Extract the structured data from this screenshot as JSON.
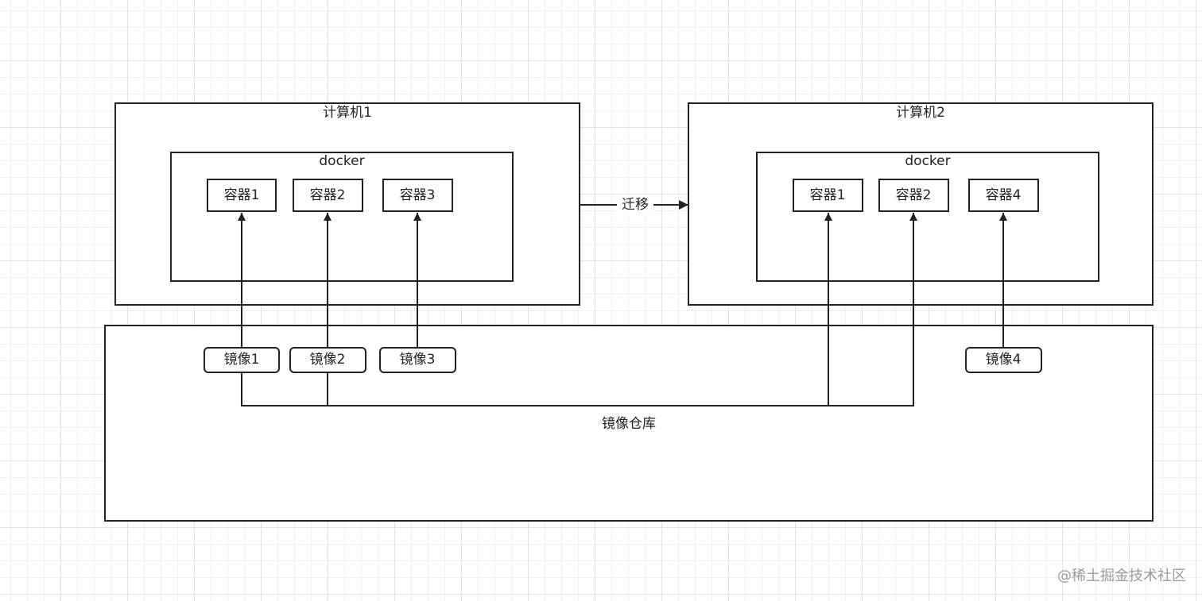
{
  "computer1": {
    "title": "计算机1",
    "engine": "docker",
    "containers": [
      "容器1",
      "容器2",
      "容器3"
    ]
  },
  "computer2": {
    "title": "计算机2",
    "engine": "docker",
    "containers": [
      "容器1",
      "容器2",
      "容器4"
    ]
  },
  "migration_label": "迁移",
  "registry": {
    "title": "镜像仓库",
    "images": [
      "镜像1",
      "镜像2",
      "镜像3",
      "镜像4"
    ]
  },
  "watermark": "@稀土掘金技术社区"
}
